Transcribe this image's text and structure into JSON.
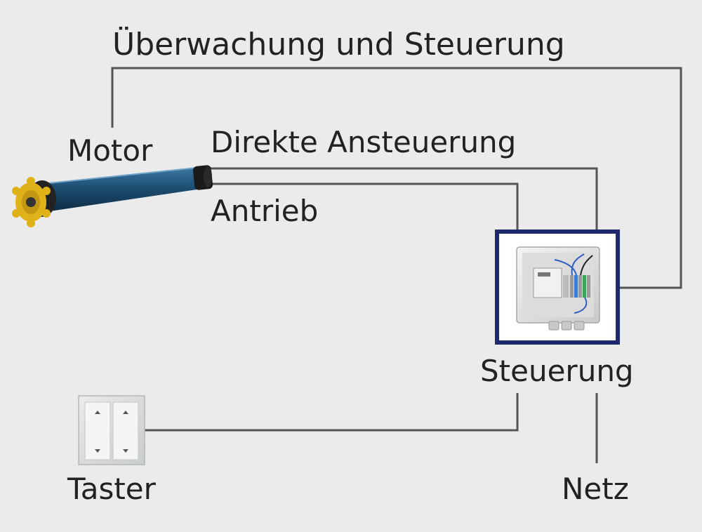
{
  "labels": {
    "monitoring": "Überwachung und Steuerung",
    "motor": "Motor",
    "direct_control": "Direkte Ansteuerung",
    "drive": "Antrieb",
    "controller": "Steuerung",
    "button": "Taster",
    "mains": "Netz"
  },
  "colors": {
    "background": "#ebebeb",
    "line": "#555555",
    "controller_frame": "#1e2a6b",
    "motor_tube": "#1d4f73",
    "motor_cap": "#e0b21a"
  },
  "icons": {
    "motor": "tubular-motor-icon",
    "controller": "control-box-icon",
    "button": "wall-switch-icon"
  }
}
